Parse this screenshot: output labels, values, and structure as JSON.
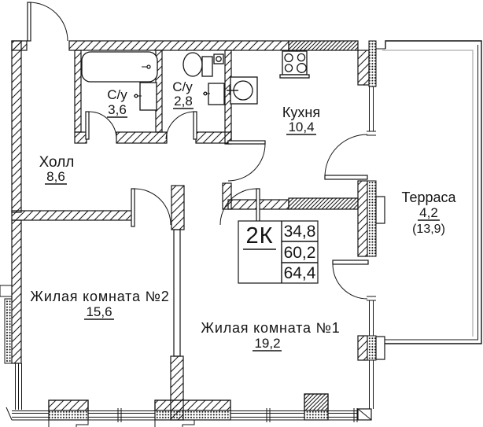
{
  "unit": {
    "type_label": "2К",
    "area_living": "34,8",
    "area_main": "60,2",
    "area_total": "64,4"
  },
  "rooms": {
    "hall": {
      "name": "Холл",
      "area": "8,6"
    },
    "bath1": {
      "name": "С/у",
      "area": "3,6"
    },
    "bath2": {
      "name": "С/у",
      "area": "2,8"
    },
    "kitchen": {
      "name": "Кухня",
      "area": "10,4"
    },
    "terrace": {
      "name": "Терраса",
      "area": "4,2",
      "area_reduced": "(13,9)"
    },
    "room2": {
      "name": "Жилая комната №2",
      "area": "15,6"
    },
    "room1": {
      "name": "Жилая комната №1",
      "area": "19,2"
    }
  },
  "fixtures": [
    "bathtub",
    "washbasin",
    "toilet",
    "vent-shaft",
    "kitchen-sink",
    "stove"
  ],
  "colors": {
    "line": "#141414",
    "terrace_inner_line": "#9a9a9a",
    "background": "#ffffff"
  }
}
